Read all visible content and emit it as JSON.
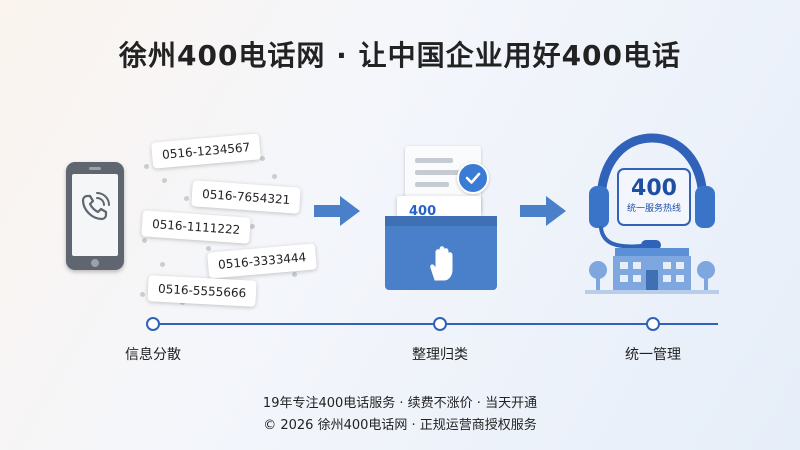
{
  "title": "徐州400电话网 · 让中国企业用好400电话",
  "phone_numbers": [
    "0516-1234567",
    "0516-7654321",
    "0516-1111222",
    "0516-3333444",
    "0516-5555666"
  ],
  "folder_card_text": "400",
  "headset_screen": {
    "number": "400",
    "caption": "统一服务热线"
  },
  "steps": [
    "信息分散",
    "整理归类",
    "统一管理"
  ],
  "footer": {
    "line1": "19年专注400电话服务 · 续费不涨价 · 当天开通",
    "line2": "© 2026 徐州400电话网 · 正规运营商授权服务"
  },
  "colors": {
    "accent": "#2f62b8",
    "folder": "#4a7fc9",
    "phone": "#5f6670"
  }
}
